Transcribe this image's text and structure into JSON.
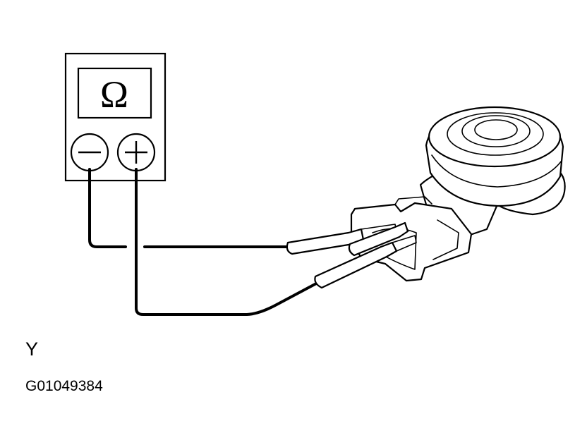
{
  "meter": {
    "display_symbol": "Ω",
    "negative_terminal": "−",
    "positive_terminal": "+"
  },
  "caption": {
    "letter": "Y",
    "figure_code": "G01049384"
  }
}
